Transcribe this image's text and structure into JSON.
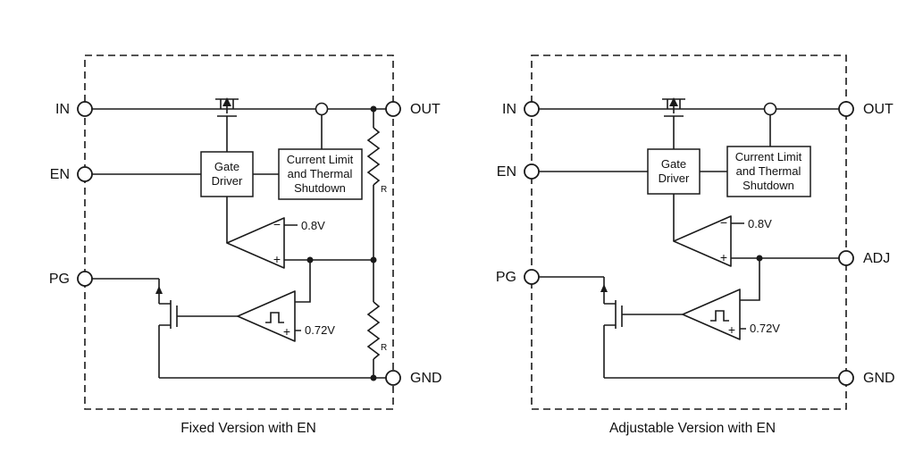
{
  "colors": {
    "background": "#ffffff",
    "line": "#1a1a1a",
    "text": "#111111"
  },
  "diagrams": {
    "fixed": {
      "caption": "Fixed Version with EN",
      "pins": {
        "in": "IN",
        "en": "EN",
        "pg": "PG",
        "out": "OUT",
        "gnd": "GND"
      },
      "blocks": {
        "gate_driver": {
          "line1": "Gate",
          "line2": "Driver"
        },
        "current_limit": {
          "line1": "Current Limit",
          "line2": "and Thermal",
          "line3": "Shutdown"
        }
      },
      "error_amp": {
        "minus": "−",
        "plus": "+",
        "reference": "0.8V"
      },
      "pg_comparator": {
        "plus": "+",
        "reference": "0.72V"
      },
      "resistors": {
        "top": "R",
        "bottom": "R"
      }
    },
    "adjustable": {
      "caption": "Adjustable Version with EN",
      "pins": {
        "in": "IN",
        "en": "EN",
        "pg": "PG",
        "out": "OUT",
        "adj": "ADJ",
        "gnd": "GND"
      },
      "blocks": {
        "gate_driver": {
          "line1": "Gate",
          "line2": "Driver"
        },
        "current_limit": {
          "line1": "Current Limit",
          "line2": "and Thermal",
          "line3": "Shutdown"
        }
      },
      "error_amp": {
        "minus": "−",
        "plus": "+",
        "reference": "0.8V"
      },
      "pg_comparator": {
        "plus": "+",
        "reference": "0.72V"
      }
    }
  }
}
